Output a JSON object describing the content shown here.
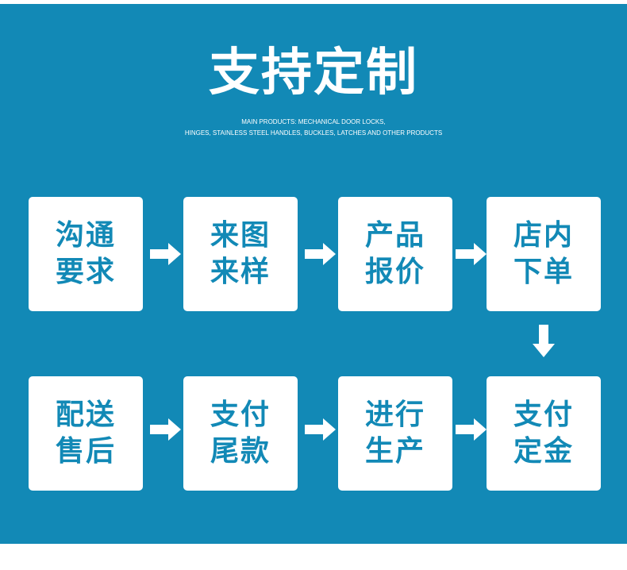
{
  "header": {
    "title": "支持定制",
    "subtitle_line1": "MAIN PRODUCTS: MECHANICAL DOOR LOCKS,",
    "subtitle_line2": "HINGES, STAINLESS STEEL HANDLES, BUCKLES, LATCHES AND OTHER PRODUCTS"
  },
  "steps": [
    {
      "line1": "沟通",
      "line2": "要求"
    },
    {
      "line1": "来图",
      "line2": "来样"
    },
    {
      "line1": "产品",
      "line2": "报价"
    },
    {
      "line1": "店内",
      "line2": "下单"
    },
    {
      "line1": "支付",
      "line2": "定金"
    },
    {
      "line1": "进行",
      "line2": "生产"
    },
    {
      "line1": "支付",
      "line2": "尾款"
    },
    {
      "line1": "配送",
      "line2": "售后"
    }
  ],
  "colors": {
    "background": "#1289b6",
    "box": "#ffffff",
    "text": "#1289b6",
    "arrow": "#ffffff"
  },
  "icons": {
    "arrow_right": "arrow-right-icon",
    "arrow_down": "arrow-down-icon"
  }
}
